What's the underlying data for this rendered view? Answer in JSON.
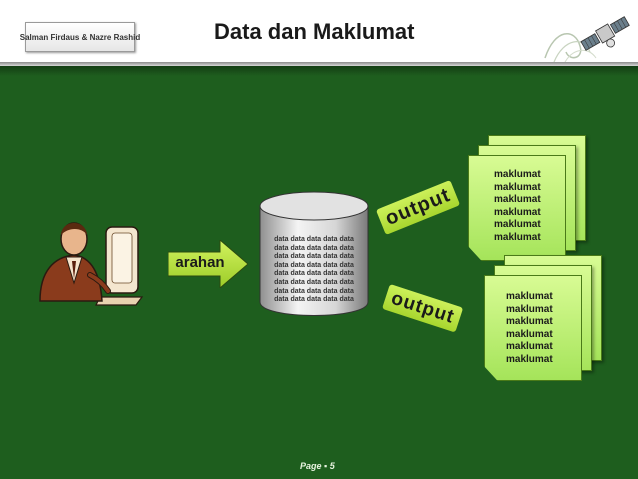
{
  "header": {
    "author": "Salman Firdaus & Nazre Rashid",
    "title": "Data dan Maklumat"
  },
  "diagram": {
    "input_label": "arahan",
    "data_lines": [
      "data data data data data",
      "data data data data data",
      "data data data data data",
      "data data data data data",
      "data data data data data",
      "data data data data data",
      "data data data data data",
      "data data data data data"
    ],
    "output_label_1": "output",
    "output_label_2": "output",
    "info_stack_1": [
      "maklumat",
      "maklumat",
      "maklumat",
      "maklumat",
      "maklumat",
      "maklumat"
    ],
    "info_stack_2": [
      "maklumat",
      "maklumat",
      "maklumat",
      "maklumat",
      "maklumat",
      "maklumat"
    ]
  },
  "footer": {
    "page_label": "Page",
    "page_sep": "▪",
    "page_number": "5"
  },
  "colors": {
    "background": "#1e5e1e",
    "arrow_fill": "#a8d62e",
    "sheet_fill": "#c3f27c"
  },
  "icons": {
    "person": "person-at-computer-icon",
    "satellite": "satellite-icon",
    "database": "database-cylinder-icon"
  }
}
